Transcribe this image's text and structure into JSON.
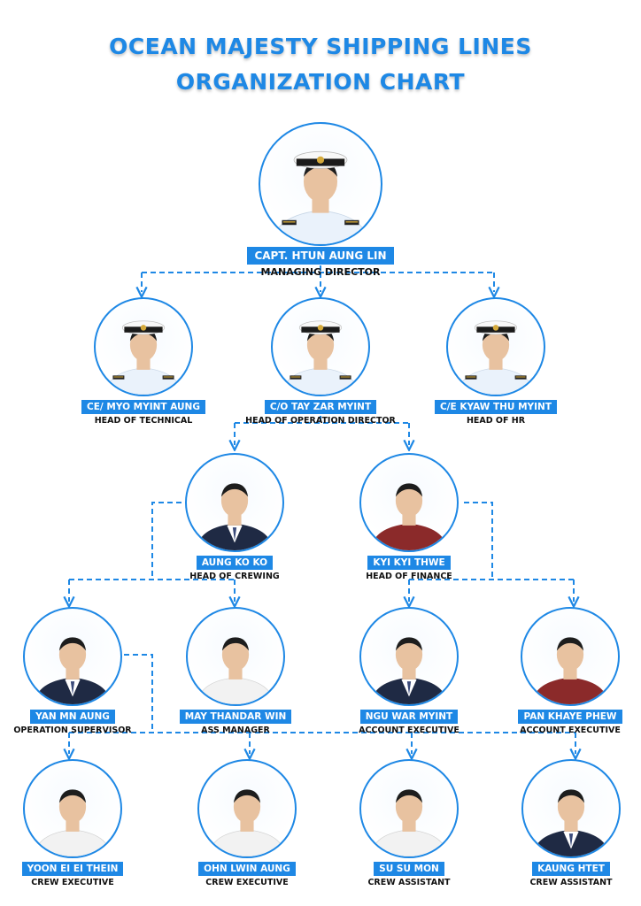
{
  "title": {
    "line1": "OCEAN MAJESTY SHIPPING LINES",
    "line2": "ORGANIZATION CHART"
  },
  "colors": {
    "accent": "#1e88e5",
    "text": "#111111"
  },
  "people": {
    "md": {
      "name": "CAPT. HTUN AUNG LIN",
      "role": "MANAGING DIRECTOR",
      "attire": "captain-uniform"
    },
    "tech": {
      "name": "CE/ MYO MYINT AUNG",
      "role": "HEAD OF TECHNICAL",
      "attire": "officer-uniform"
    },
    "ops": {
      "name": "C/O TAY ZAR MYINT",
      "role": "HEAD OF OPERATION DIRECTOR",
      "attire": "officer-uniform"
    },
    "hr": {
      "name": "C/E KYAW THU MYINT",
      "role": "HEAD OF HR",
      "attire": "officer-uniform"
    },
    "crewing": {
      "name": "AUNG KO KO",
      "role": "HEAD OF CREWING",
      "attire": "suit"
    },
    "finance": {
      "name": "KYI KYI THWE",
      "role": "HEAD OF FINANCE",
      "attire": "dress"
    },
    "opsup": {
      "name": "YAN MN AUNG",
      "role": "OPERATION SUPERVISOR",
      "attire": "suit"
    },
    "assmgr": {
      "name": "MAY THANDAR WIN",
      "role": "ASS MANAGER",
      "attire": "shirt"
    },
    "acc1": {
      "name": "NGU WAR MYINT",
      "role": "ACCOUNT EXECUTIVE",
      "attire": "suit"
    },
    "acc2": {
      "name": "PAN KHAYE PHEW",
      "role": "ACCOUNT EXECUTIVE",
      "attire": "dress"
    },
    "crew1": {
      "name": "YOON EI EI THEIN",
      "role": "CREW EXECUTIVE",
      "attire": "shirt"
    },
    "crew2": {
      "name": "OHN LWIN AUNG",
      "role": "CREW EXECUTIVE",
      "attire": "shirt"
    },
    "crew3": {
      "name": "SU SU MON",
      "role": "CREW ASSISTANT",
      "attire": "shirt"
    },
    "crew4": {
      "name": "KAUNG HTET",
      "role": "CREW ASSISTANT",
      "attire": "suit"
    }
  }
}
